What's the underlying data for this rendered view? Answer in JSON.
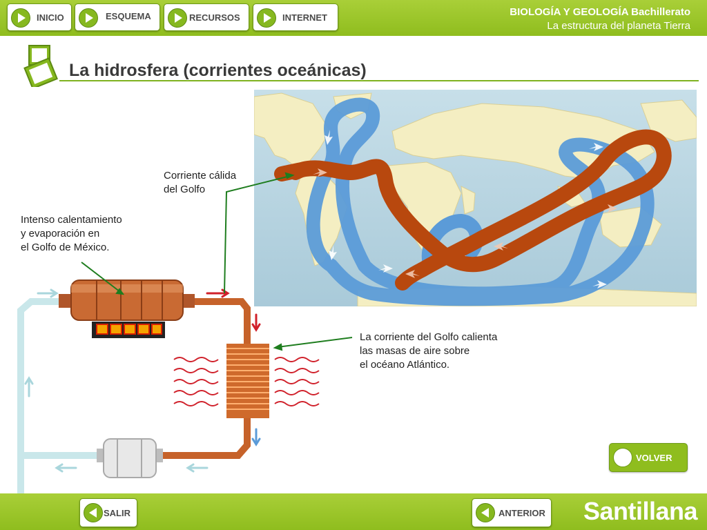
{
  "nav": {
    "inicio": "INICIO",
    "esquema": "ESQUEMA",
    "recursos": "RECURSOS",
    "internet": "INTERNET"
  },
  "header": {
    "subject": "BIOLOGÍA Y GEOLOGÍA Bachillerato",
    "unit": "La estructura del planeta Tierra"
  },
  "page": {
    "title": "La hidrosfera (corrientes oceánicas)"
  },
  "annotations": {
    "gulf_current_line1": "Corriente cálida",
    "gulf_current_line2": "del Golfo",
    "heating_line1": "Intenso calentamiento",
    "heating_line2": "y evaporación en",
    "heating_line3": "el Golfo de México.",
    "warming_line1": "La corriente del Golfo calienta",
    "warming_line2": "las masas de aire sobre",
    "warming_line3": "el océano Atlántico."
  },
  "buttons": {
    "volver": "VOLVER",
    "salir": "SALIR",
    "anterior": "ANTERIOR"
  },
  "brand": "Santillana",
  "colors": {
    "accent": "#8fbd1e",
    "warm_current": "#b8480e",
    "cold_current": "#5b9bd8",
    "land": "#f4eec2"
  }
}
